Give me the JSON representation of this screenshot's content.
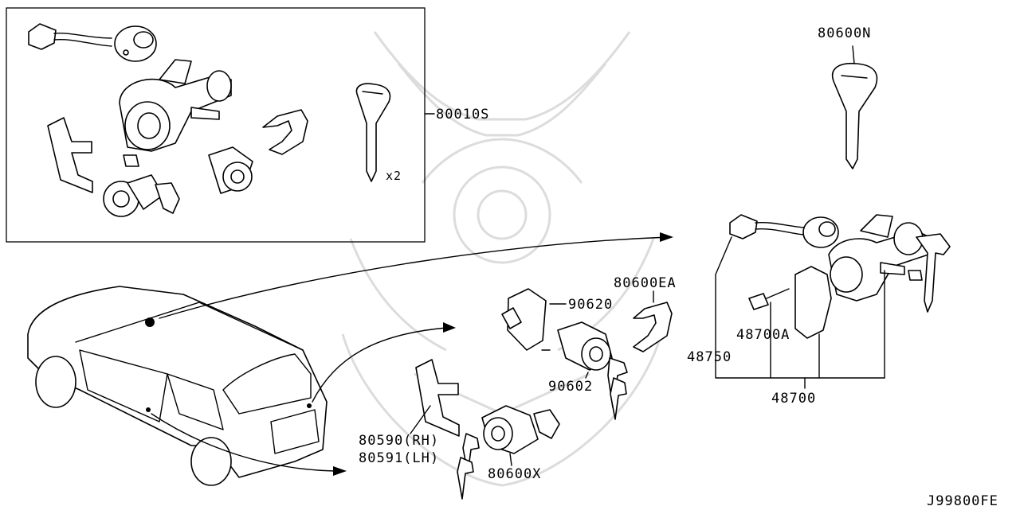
{
  "diagram": {
    "part_labels": {
      "p80010S": "80010S",
      "qty": "x2",
      "p80600N": "80600N",
      "p80600EA": "80600EA",
      "p90620": "90620",
      "p90602": "90602",
      "p48700A": "48700A",
      "p48750": "48750",
      "p48700": "48700",
      "p80590": "80590(RH)",
      "p80591": "80591(LH)",
      "p80600X": "80600X"
    },
    "figure_code": "J99800FE"
  }
}
